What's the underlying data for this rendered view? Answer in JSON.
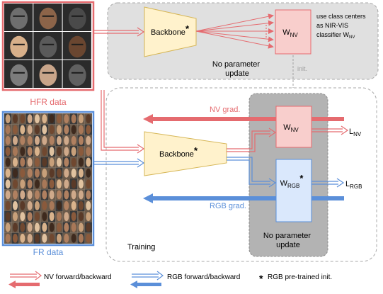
{
  "hfr_data": {
    "label": "HFR data",
    "color": "#e56b6f",
    "faces": [
      {
        "tone": "#6e6e6e"
      },
      {
        "tone": "#8c6449"
      },
      {
        "tone": "#4a4a4a"
      },
      {
        "tone": "#d8b08a"
      },
      {
        "tone": "#5a5a5a"
      },
      {
        "tone": "#6a4630"
      },
      {
        "tone": "#7c7c7c"
      },
      {
        "tone": "#c9a58a"
      },
      {
        "tone": "#606060"
      }
    ]
  },
  "fr_data": {
    "label": "FR data",
    "color": "#5b8fd9",
    "palette": [
      "#c8a07a",
      "#8a5a3c",
      "#e0c2a0",
      "#5a3a28",
      "#b08060",
      "#d9b38c",
      "#704830",
      "#a87858",
      "#3e2a1e",
      "#cfa98a"
    ],
    "rows": 12,
    "cols": 12
  },
  "top_panel": {
    "backbone_label": "Backbone",
    "backbone_mark": "*",
    "no_update_line1": "No parameter",
    "no_update_line2": "update",
    "weight_main": "W",
    "weight_sub": "NV",
    "note_line1": "use class centers",
    "note_line2": "as NIR-VIS",
    "note_line3": "classifier W",
    "note_sub": "NV",
    "init_label": "init."
  },
  "training_panel": {
    "training_label": "Training",
    "backbone_label": "Backbone",
    "backbone_mark": "*",
    "nv_grad_label": "NV grad.",
    "rgb_grad_label": "RGB grad.",
    "w_nv_main": "W",
    "w_nv_sub": "NV",
    "w_rgb_main": "W",
    "w_rgb_sub": "RGB",
    "w_rgb_mark": "*",
    "loss_nv_main": "L",
    "loss_nv_sub": "NV",
    "loss_rgb_main": "L",
    "loss_rgb_sub": "RGB",
    "no_update_line1": "No parameter",
    "no_update_line2": "update"
  },
  "legend": {
    "nv_label": "NV forward/backward",
    "rgb_label": "RGB forward/backward",
    "star_mark": "*",
    "pretrained_label": "RGB pre-trained init."
  },
  "colors": {
    "nv_red": "#e56b6f",
    "rgb_blue": "#5b8fd9",
    "backbone_fill": "#fff2cc",
    "backbone_stroke": "#d6b656",
    "w_nv_fill": "#f8cecc",
    "w_rgb_fill": "#dae8fc",
    "panel_gray": "#e0e0e0",
    "inner_gray": "#b3b3b3"
  }
}
